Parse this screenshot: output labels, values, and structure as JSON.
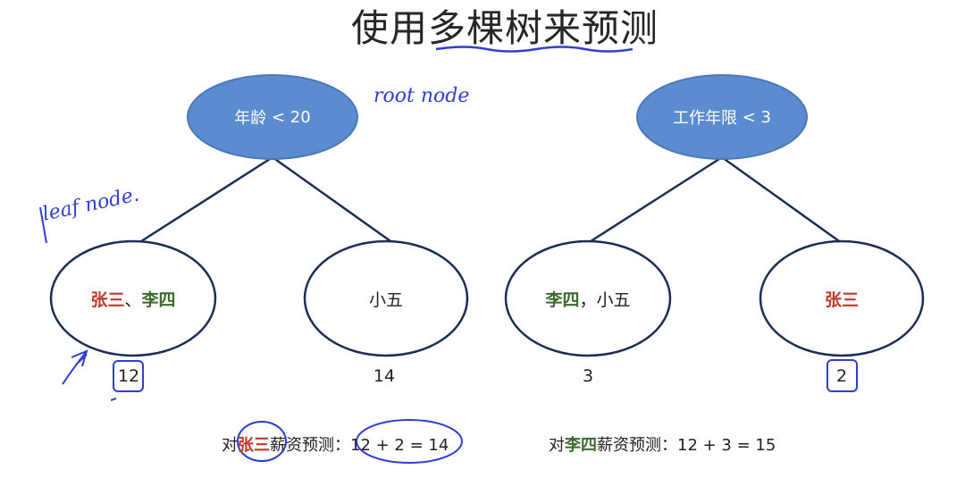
{
  "title": "使用多棵树来预测",
  "annotations": {
    "root_node": "root node",
    "leaf_node": "leaf node."
  },
  "tree1": {
    "root": {
      "feature": "年龄",
      "condition": "< 20"
    },
    "left_leaf": {
      "name1": "张三",
      "sep": "、",
      "name2": "李四",
      "value": "12"
    },
    "right_leaf": {
      "name": "小五",
      "value": "14"
    }
  },
  "tree2": {
    "root": {
      "feature": "工作年限",
      "condition": "< 3"
    },
    "left_leaf": {
      "name1": "李四",
      "sep": "，",
      "name2": "小五",
      "value": "3"
    },
    "right_leaf": {
      "name": "张三",
      "value": "2"
    }
  },
  "predictions": [
    {
      "prefix": "对",
      "name": "张三",
      "suffix": "薪资预测：",
      "formula": "12 + 2 = 14"
    },
    {
      "prefix": "对",
      "name": "李四",
      "suffix": "薪资预测：",
      "formula": "12 + 3 = 15"
    }
  ],
  "colors": {
    "root_fill": "#5b8ccf",
    "root_stroke": "#4a78b8",
    "edge": "#1c2e55",
    "leaf_stroke": "#1c2e55",
    "ink": "#2f3fd0",
    "name_red": "#c0392b",
    "name_green": "#3d6b2f"
  }
}
